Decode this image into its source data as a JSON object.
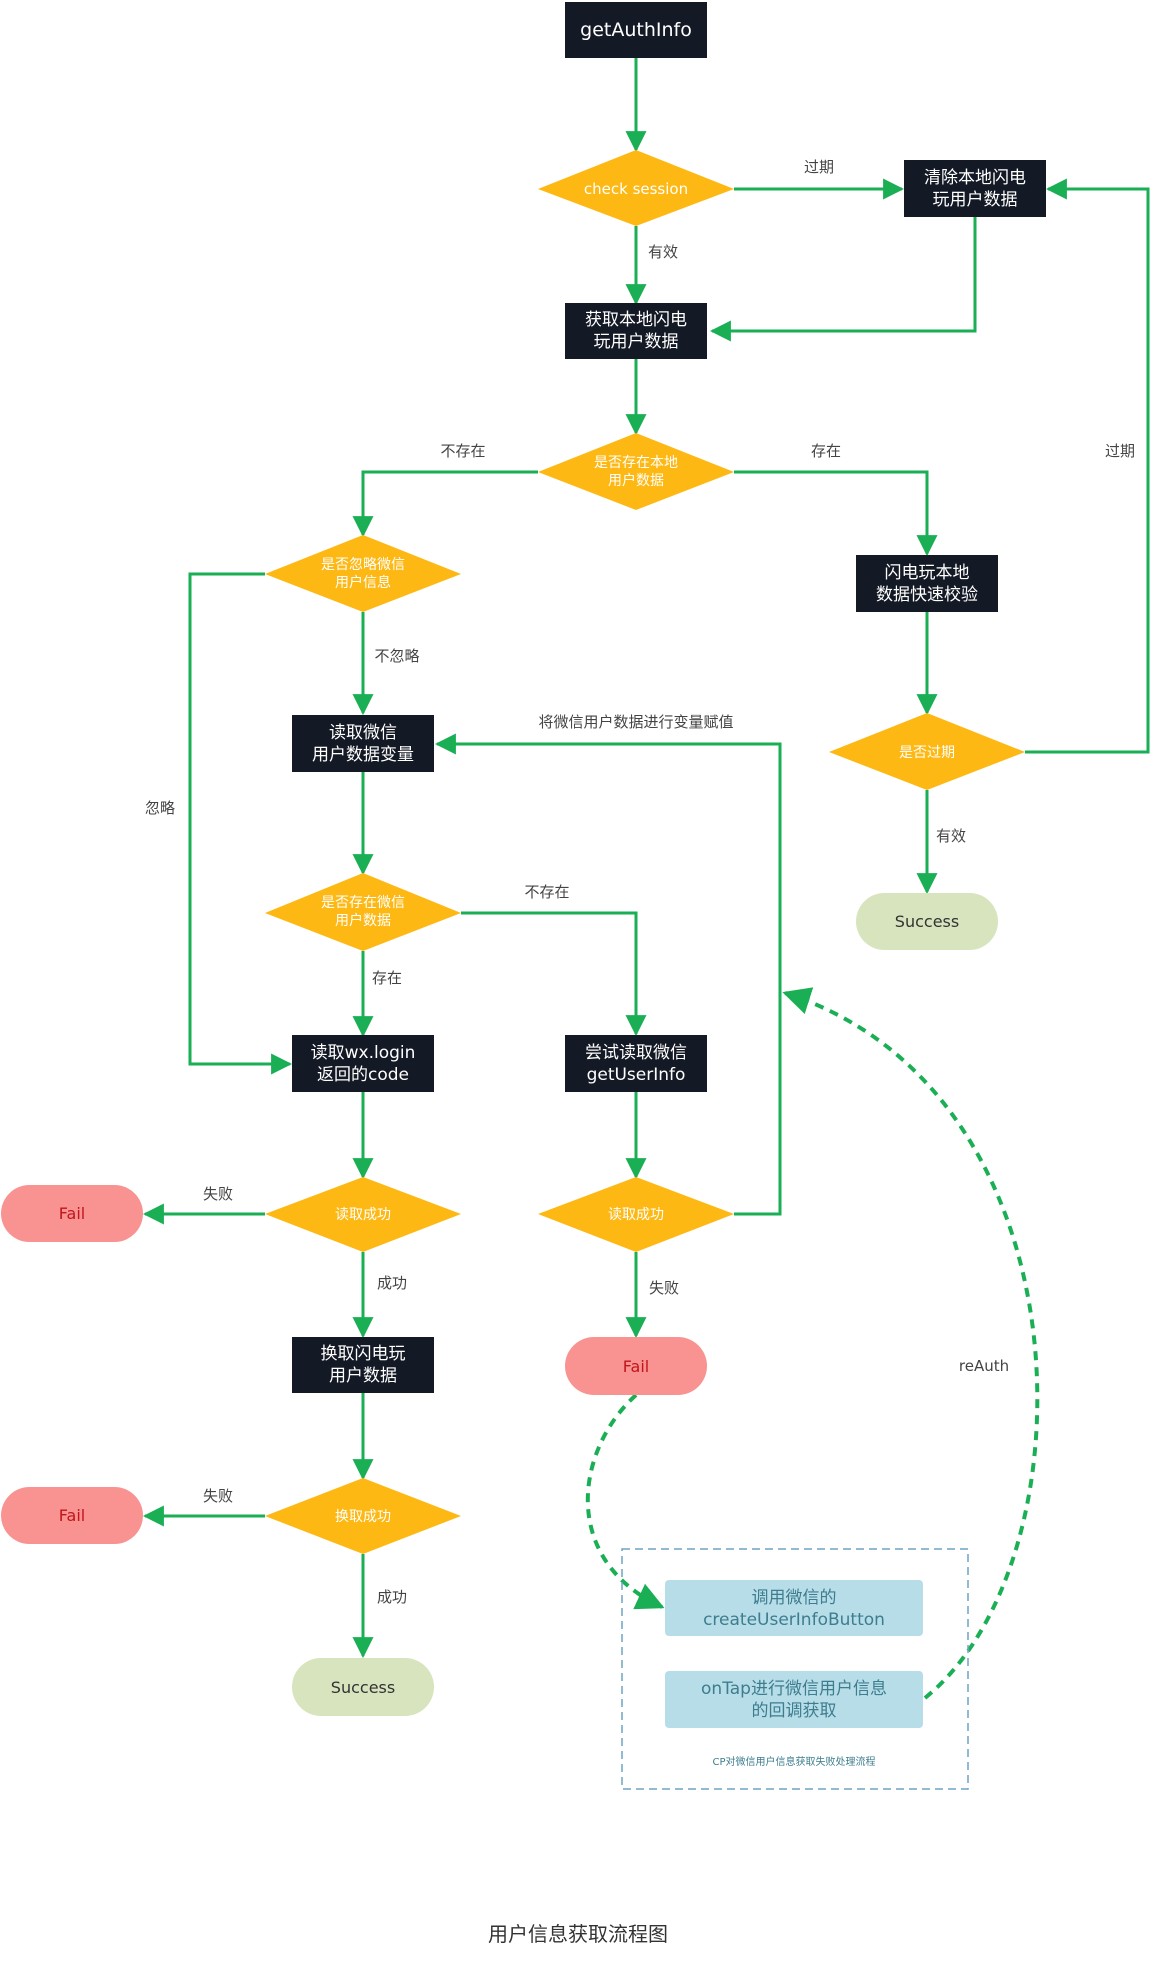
{
  "colors": {
    "process_fill": "#141926",
    "decision_fill": "#fdb813",
    "flow_green": "#1aaf54",
    "success_fill": "#d7e4bd",
    "fail_fill": "#f99391",
    "fail_text": "#c0161b",
    "note_fill": "#b7dde8",
    "note_text": "#3e7d8e",
    "note_border": "#6fa4c1"
  },
  "nodes": {
    "getauthinfo": "getAuthInfo",
    "check_session": "check session",
    "clear_local": [
      "清除本地闪电",
      "玩用户数据"
    ],
    "get_local": [
      "获取本地闪电",
      "玩用户数据"
    ],
    "has_local_user": [
      "是否存在本地",
      "用户数据"
    ],
    "quick_check": [
      "闪电玩本地",
      "数据快速校验"
    ],
    "is_expired": "是否过期",
    "success_right": "Success",
    "ignore_wechat": [
      "是否忽略微信",
      "用户信息"
    ],
    "read_wechat_var": [
      "读取微信",
      "用户数据变量"
    ],
    "has_wechat_data": [
      "是否存在微信",
      "用户数据"
    ],
    "read_wxlogin": [
      "读取wx.login",
      "返回的code"
    ],
    "try_getuserinfo": [
      "尝试读取微信",
      "getUserInfo"
    ],
    "read_ok_left": "读取成功",
    "read_ok_mid": "读取成功",
    "fail_1": "Fail",
    "fail_mid": "Fail",
    "exchange_user": [
      "换取闪电玩",
      "用户数据"
    ],
    "exchange_ok": "换取成功",
    "fail_2": "Fail",
    "success_left": "Success",
    "create_button": [
      "调用微信的",
      "createUserInfoButton"
    ],
    "ontap": [
      "onTap进行微信用户信息",
      "的回调获取"
    ],
    "group_label": "CP对微信用户信息获取失败处理流程"
  },
  "edge_labels": {
    "expired_top": "过期",
    "valid_top": "有效",
    "not_exist_top": "不存在",
    "exist_top": "存在",
    "expired_right": "过期",
    "ignore": "忽略",
    "not_ignore": "不忽略",
    "assign_var": "将微信用户数据进行变量赋值",
    "not_exist_mid": "不存在",
    "exist_mid": "存在",
    "valid_right": "有效",
    "fail_left_1": "失败",
    "success_1": "成功",
    "fail_mid_label": "失败",
    "reauth": "reAuth",
    "fail_left_2": "失败",
    "success_2": "成功"
  },
  "caption": "用户信息获取流程图"
}
